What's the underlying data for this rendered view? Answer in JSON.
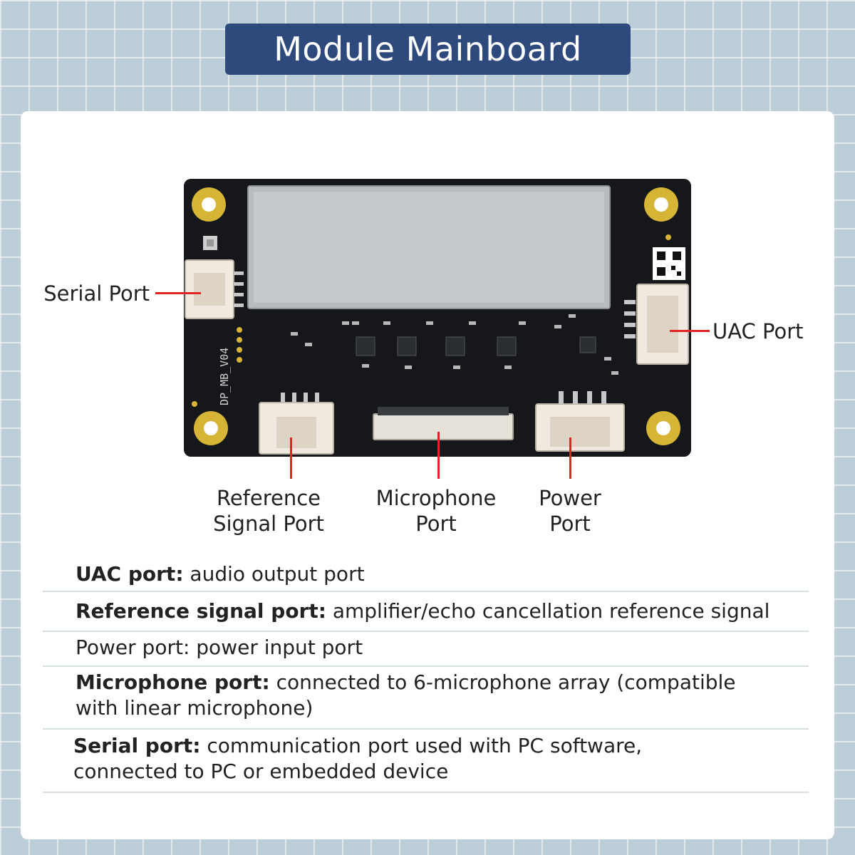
{
  "title": "Module Mainboard",
  "diagram": {
    "board_silkscreen": "DP_MB_V04",
    "callouts": {
      "serial": "Serial Port",
      "uac": "UAC Port",
      "reference_line1": "Reference",
      "reference_line2": "Signal Port",
      "microphone_line1": "Microphone",
      "microphone_line2": "Port",
      "power_line1": "Power",
      "power_line2": "Port"
    },
    "colors": {
      "leader_line": "#e02424",
      "title_badge": "#2e4a7d",
      "board": "#15171a",
      "mounting_hole": "#d6b536"
    }
  },
  "descriptions": [
    {
      "term": "UAC port:",
      "text": " audio output port"
    },
    {
      "term": "Reference signal port:",
      "text": " amplifier/echo cancellation reference signal"
    },
    {
      "term": "",
      "text": "Power port: power input port"
    },
    {
      "term": "Microphone port:",
      "text": " connected to 6-microphone array (compatible with linear microphone)"
    },
    {
      "term": "Serial port:",
      "text": " communication port used with PC software, connected to PC or embedded device"
    }
  ]
}
